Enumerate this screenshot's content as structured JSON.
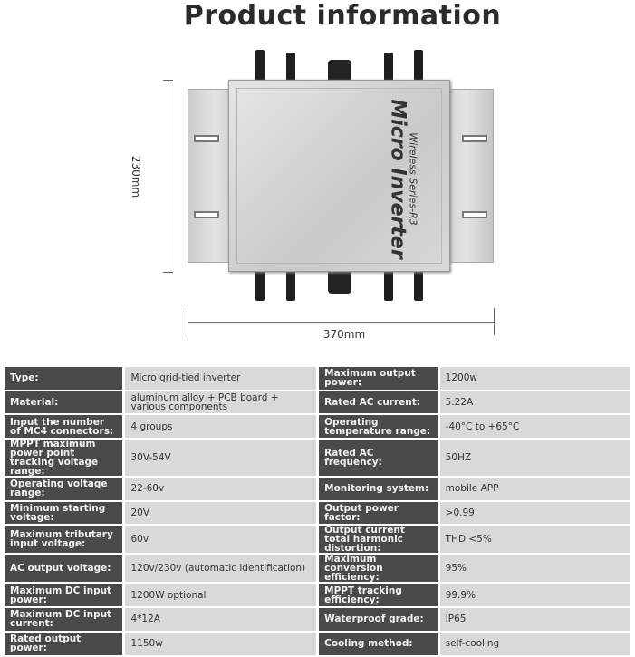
{
  "title": "Product information",
  "dimensions": {
    "height": "230mm",
    "width": "370mm"
  },
  "product": {
    "series": "Wireless Series-R3",
    "name": "Micro Inverter"
  },
  "specs_left": [
    {
      "label": "Type:",
      "value": "Micro grid-tied inverter"
    },
    {
      "label": "Material:",
      "value": "aluminum alloy + PCB board + various components"
    },
    {
      "label": "Input the number of MC4 connectors:",
      "value": "4 groups"
    },
    {
      "label": "MPPT maximum power point tracking voltage range:",
      "value": "30V-54V"
    },
    {
      "label": "Operating voltage range:",
      "value": "22-60v"
    },
    {
      "label": "Minimum starting voltage:",
      "value": "20V"
    },
    {
      "label": "Maximum tributary input voltage:",
      "value": "60v"
    },
    {
      "label": "AC output voltage:",
      "value": "120v/230v (automatic identification)"
    },
    {
      "label": "Maximum DC input power:",
      "value": "1200W optional"
    },
    {
      "label": "Maximum DC input current:",
      "value": "4*12A"
    },
    {
      "label": "Rated output power:",
      "value": "1150w"
    }
  ],
  "specs_right": [
    {
      "label": "Maximum output power:",
      "value": "1200w"
    },
    {
      "label": "Rated AC current:",
      "value": "5.22A"
    },
    {
      "label": "Operating temperature range:",
      "value": "-40°C to +65°C"
    },
    {
      "label": "Rated AC frequency:",
      "value": "50HZ"
    },
    {
      "label": "Monitoring system:",
      "value": "mobile APP"
    },
    {
      "label": "Output power factor:",
      "value": ">0.99"
    },
    {
      "label": "Output current total harmonic distortion:",
      "value": "THD <5%"
    },
    {
      "label": "Maximum conversion efficiency:",
      "value": "95%"
    },
    {
      "label": "MPPT tracking efficiency:",
      "value": "99.9%"
    },
    {
      "label": "Waterproof grade:",
      "value": "IP65"
    },
    {
      "label": "Cooling method:",
      "value": "self-cooling"
    }
  ]
}
